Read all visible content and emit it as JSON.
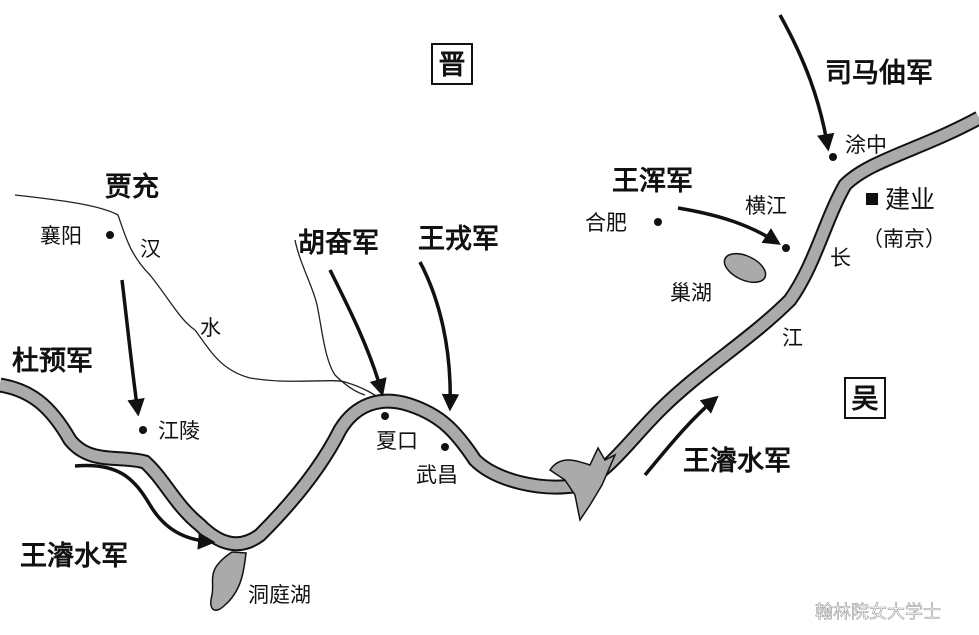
{
  "regions": {
    "jin": "晋",
    "wu": "吴"
  },
  "armies": {
    "sima_zhou": "司马伷军",
    "wang_hun": "王浑军",
    "hu_fen": "胡奋军",
    "wang_rong": "王戎军",
    "du_yu": "杜预军",
    "wang_jun_west": "王濬水军",
    "wang_jun_east": "王濬水军",
    "jia_chong": "贾充"
  },
  "places": {
    "tuzhong": "涂中",
    "jianye": "建业",
    "jianye_note": "（南京）",
    "hengjiang": "横江",
    "hefei": "合肥",
    "chaohu": "巢湖",
    "xiangyang": "襄阳",
    "jiangling": "江陵",
    "xiakou": "夏口",
    "wuchang": "武昌",
    "dongtinghu": "洞庭湖"
  },
  "rivers": {
    "han": [
      "汉",
      "水"
    ],
    "chang": [
      "长",
      "江"
    ]
  },
  "watermark": "翰林院女大学士"
}
